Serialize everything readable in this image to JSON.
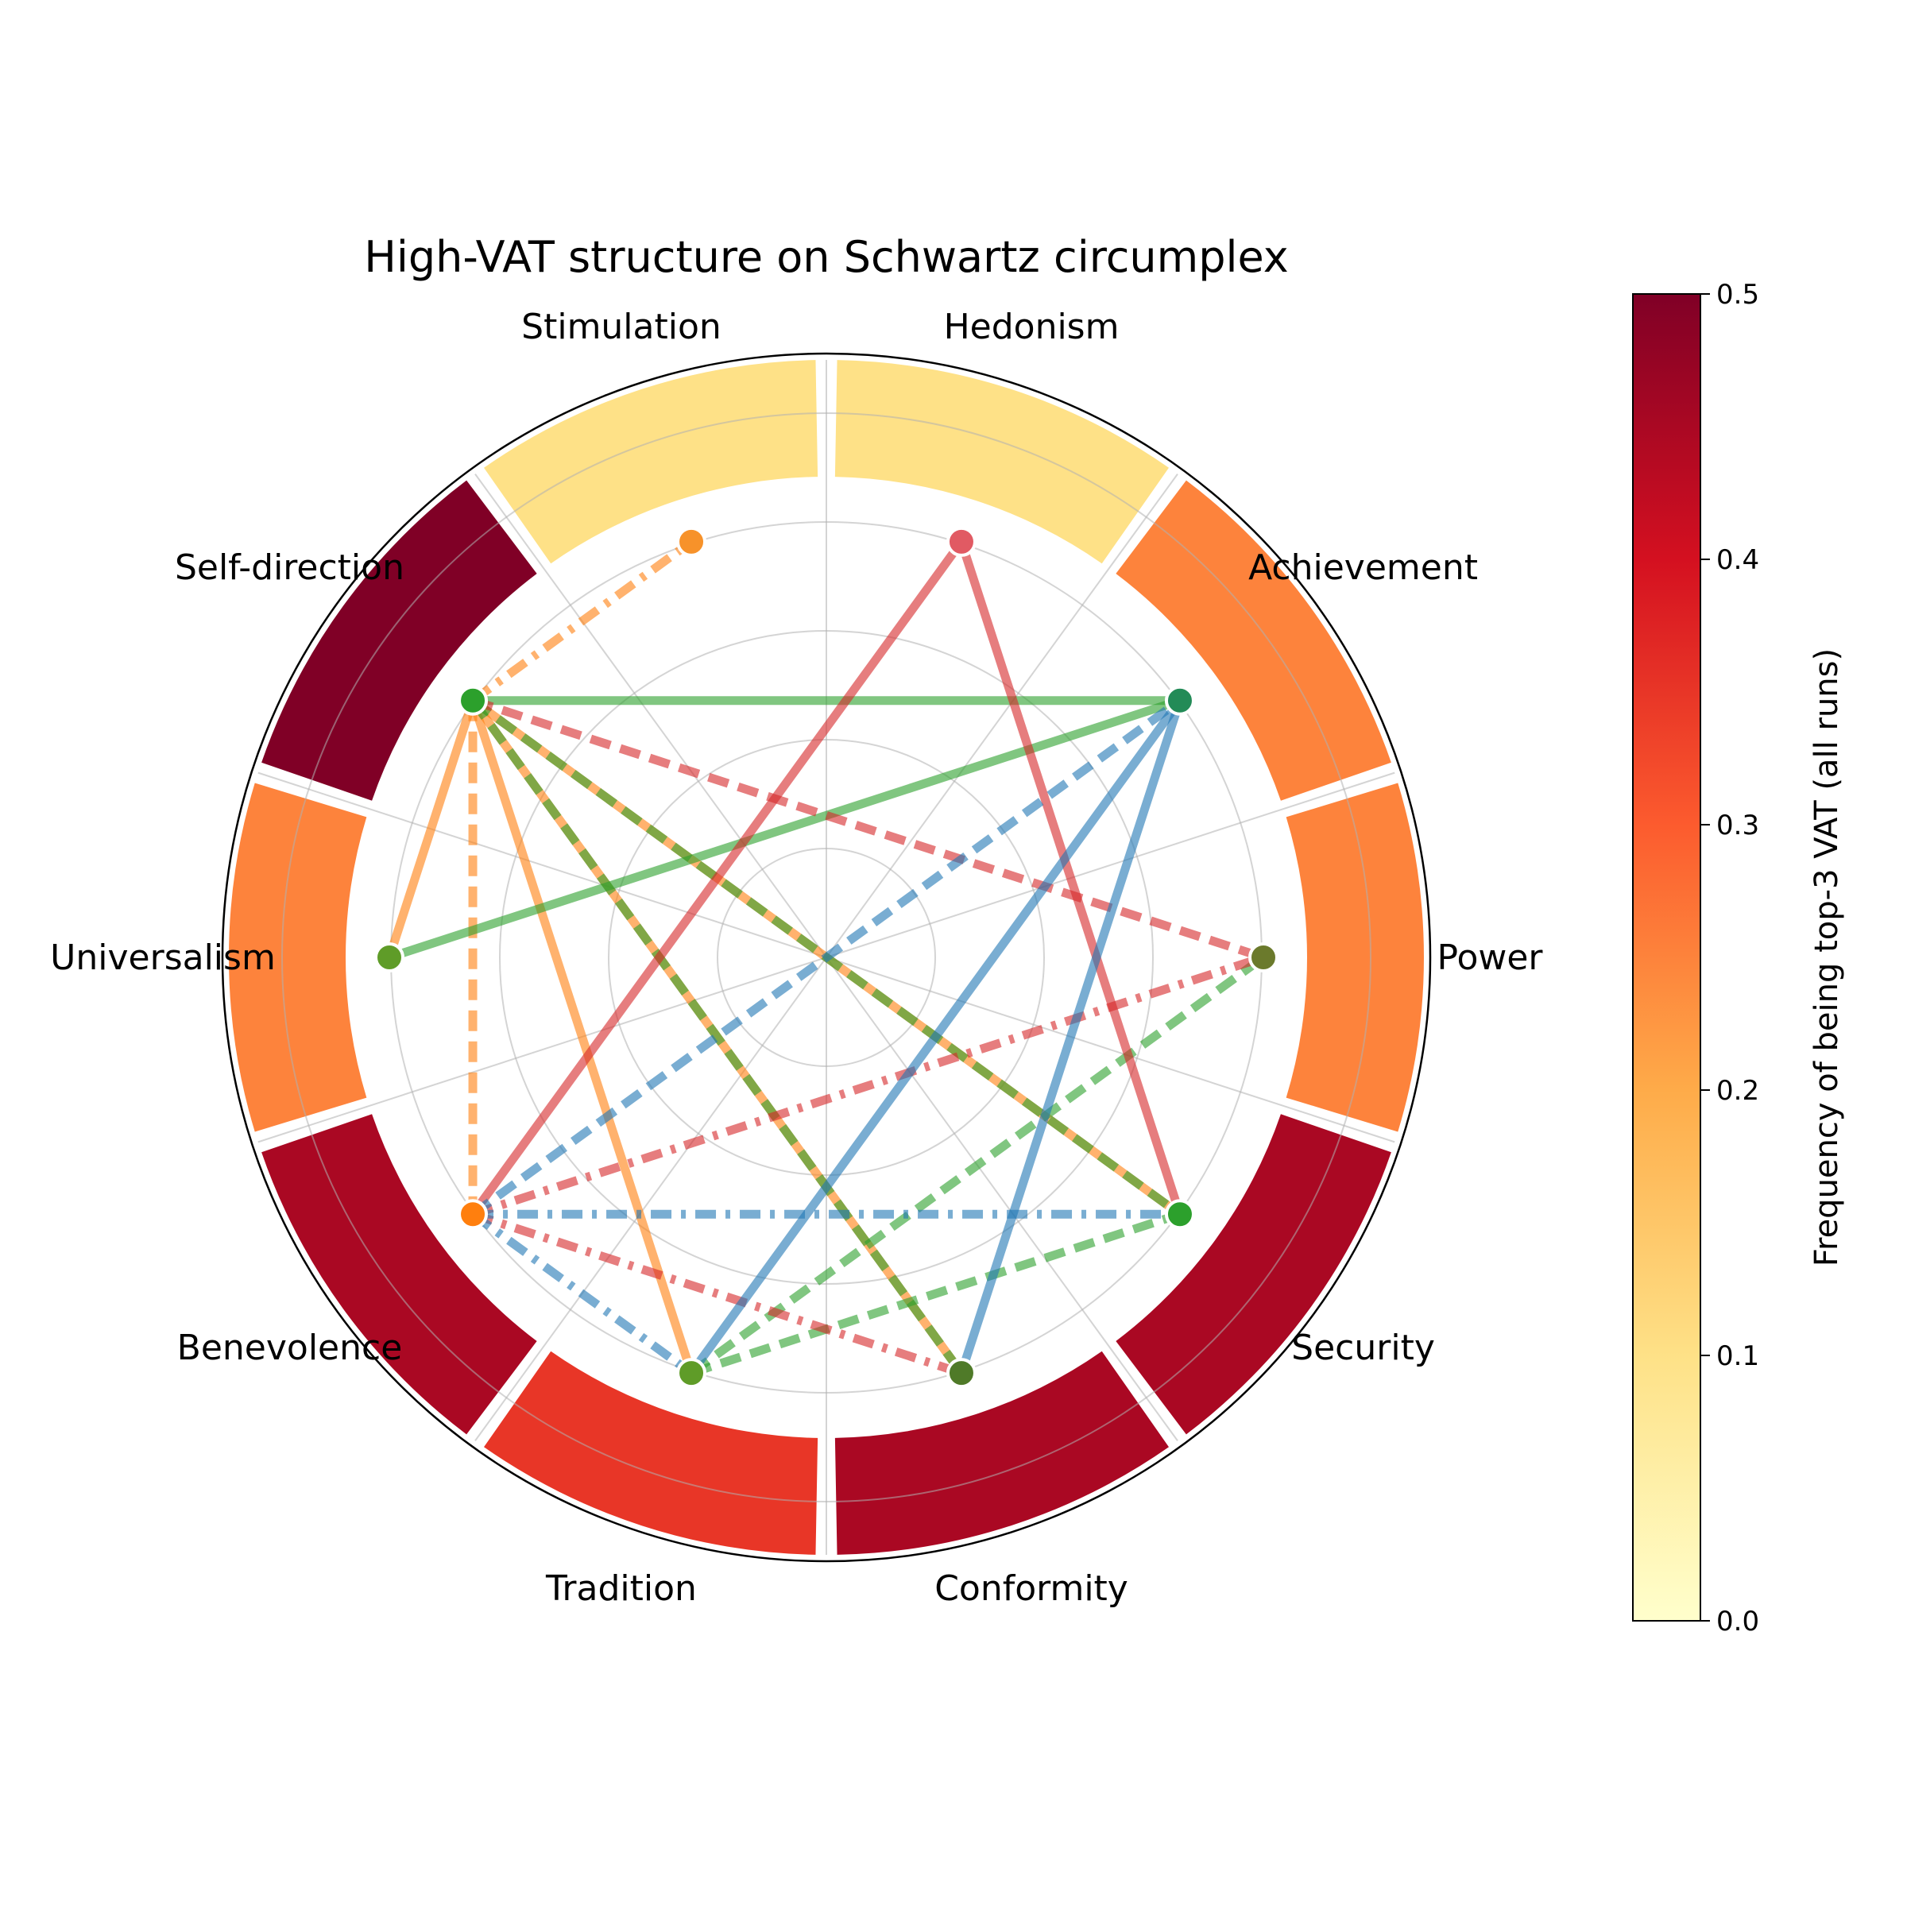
{
  "chart_data": {
    "type": "circumplex-network",
    "title": "High-VAT structure on Schwartz circumplex",
    "categories": [
      "Power",
      "Achievement",
      "Hedonism",
      "Stimulation",
      "Self-direction",
      "Universalism",
      "Benevolence",
      "Tradition",
      "Conformity",
      "Security"
    ],
    "ring_values": [
      0.25,
      0.25,
      0.1,
      0.1,
      0.5,
      0.25,
      0.45,
      0.35,
      0.45,
      0.45
    ],
    "colorbar": {
      "label": "Frequency of being top-3 VAT (all runs)",
      "range": [
        0.0,
        0.5
      ],
      "ticks": [
        "0.0",
        "0.1",
        "0.2",
        "0.3",
        "0.4",
        "0.5"
      ],
      "colormap": "YlOrRd"
    },
    "grid": true,
    "nodes": [
      {
        "category": "Power",
        "color": "#6b7a2c"
      },
      {
        "category": "Achievement",
        "color": "#238b57"
      },
      {
        "category": "Hedonism",
        "color": "#e15a63"
      },
      {
        "category": "Stimulation",
        "color": "#f7922a"
      },
      {
        "category": "Self-direction",
        "color": "#2ca02c"
      },
      {
        "category": "Universalism",
        "color": "#5f9c28"
      },
      {
        "category": "Benevolence",
        "color": "#ff7f0e"
      },
      {
        "category": "Tradition",
        "color": "#5f9c28"
      },
      {
        "category": "Conformity",
        "color": "#4f7a28"
      },
      {
        "category": "Security",
        "color": "#2ca02c"
      }
    ],
    "edges": [
      {
        "from": "Self-direction",
        "to": "Stimulation",
        "color": "#ff7f0e",
        "style": "dashdot"
      },
      {
        "from": "Self-direction",
        "to": "Universalism",
        "color": "#ff7f0e",
        "style": "solid"
      },
      {
        "from": "Self-direction",
        "to": "Benevolence",
        "color": "#ff7f0e",
        "style": "dashed"
      },
      {
        "from": "Self-direction",
        "to": "Tradition",
        "color": "#ff7f0e",
        "style": "solid"
      },
      {
        "from": "Self-direction",
        "to": "Security",
        "color": "#ff7f0e",
        "style": "solid"
      },
      {
        "from": "Self-direction",
        "to": "Conformity",
        "color": "#ff7f0e",
        "style": "solid"
      },
      {
        "from": "Self-direction",
        "to": "Achievement",
        "color": "#2ca02c",
        "style": "solid"
      },
      {
        "from": "Universalism",
        "to": "Achievement",
        "color": "#2ca02c",
        "style": "solid"
      },
      {
        "from": "Self-direction",
        "to": "Security",
        "color": "#2ca02c",
        "style": "dashed"
      },
      {
        "from": "Self-direction",
        "to": "Conformity",
        "color": "#2ca02c",
        "style": "dashed"
      },
      {
        "from": "Tradition",
        "to": "Power",
        "color": "#2ca02c",
        "style": "dashed"
      },
      {
        "from": "Tradition",
        "to": "Security",
        "color": "#2ca02c",
        "style": "dashed"
      },
      {
        "from": "Self-direction",
        "to": "Power",
        "color": "#d62728",
        "style": "dashed"
      },
      {
        "from": "Benevolence",
        "to": "Power",
        "color": "#d62728",
        "style": "dashdot"
      },
      {
        "from": "Benevolence",
        "to": "Conformity",
        "color": "#d62728",
        "style": "dashdot"
      },
      {
        "from": "Benevolence",
        "to": "Hedonism",
        "color": "#d62728",
        "style": "solid"
      },
      {
        "from": "Hedonism",
        "to": "Security",
        "color": "#d62728",
        "style": "solid"
      },
      {
        "from": "Benevolence",
        "to": "Achievement",
        "color": "#1f77b4",
        "style": "dashed"
      },
      {
        "from": "Tradition",
        "to": "Achievement",
        "color": "#1f77b4",
        "style": "solid"
      },
      {
        "from": "Conformity",
        "to": "Achievement",
        "color": "#1f77b4",
        "style": "solid"
      },
      {
        "from": "Benevolence",
        "to": "Security",
        "color": "#1f77b4",
        "style": "dashdot"
      },
      {
        "from": "Benevolence",
        "to": "Tradition",
        "color": "#1f77b4",
        "style": "dashdot"
      }
    ]
  }
}
